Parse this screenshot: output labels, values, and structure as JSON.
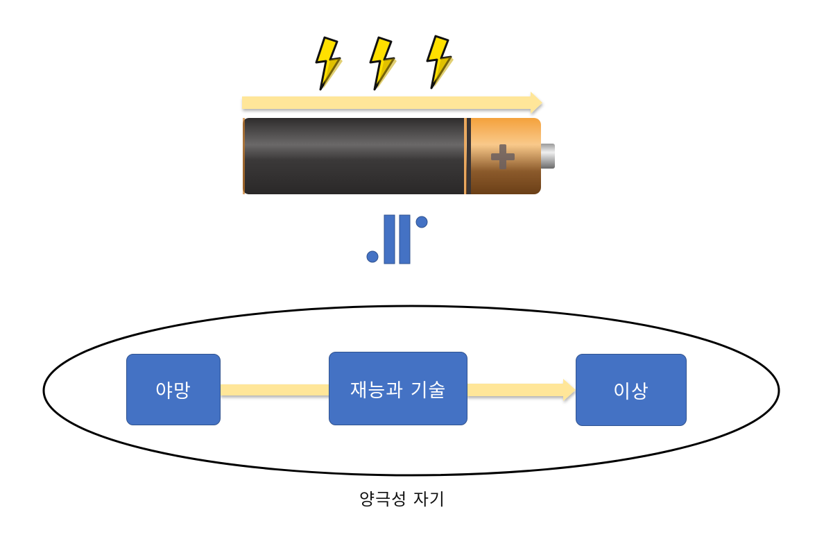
{
  "diagram": {
    "battery": {
      "charge_arrow_color": "#FFE699",
      "body_color": "#3A3838",
      "cap_color": "#F4A13C",
      "cap_symbol": "+",
      "lightning_count": 3,
      "lightning_color": "#FFE000"
    },
    "pause_icon_color": "#4472C4",
    "flow": {
      "boxes": [
        {
          "label": "야망"
        },
        {
          "label": "재능과 기술"
        },
        {
          "label": "이상"
        }
      ],
      "connector_color": "#FFE699",
      "box_color": "#4472C4"
    },
    "ellipse_caption": "양극성 자기"
  }
}
